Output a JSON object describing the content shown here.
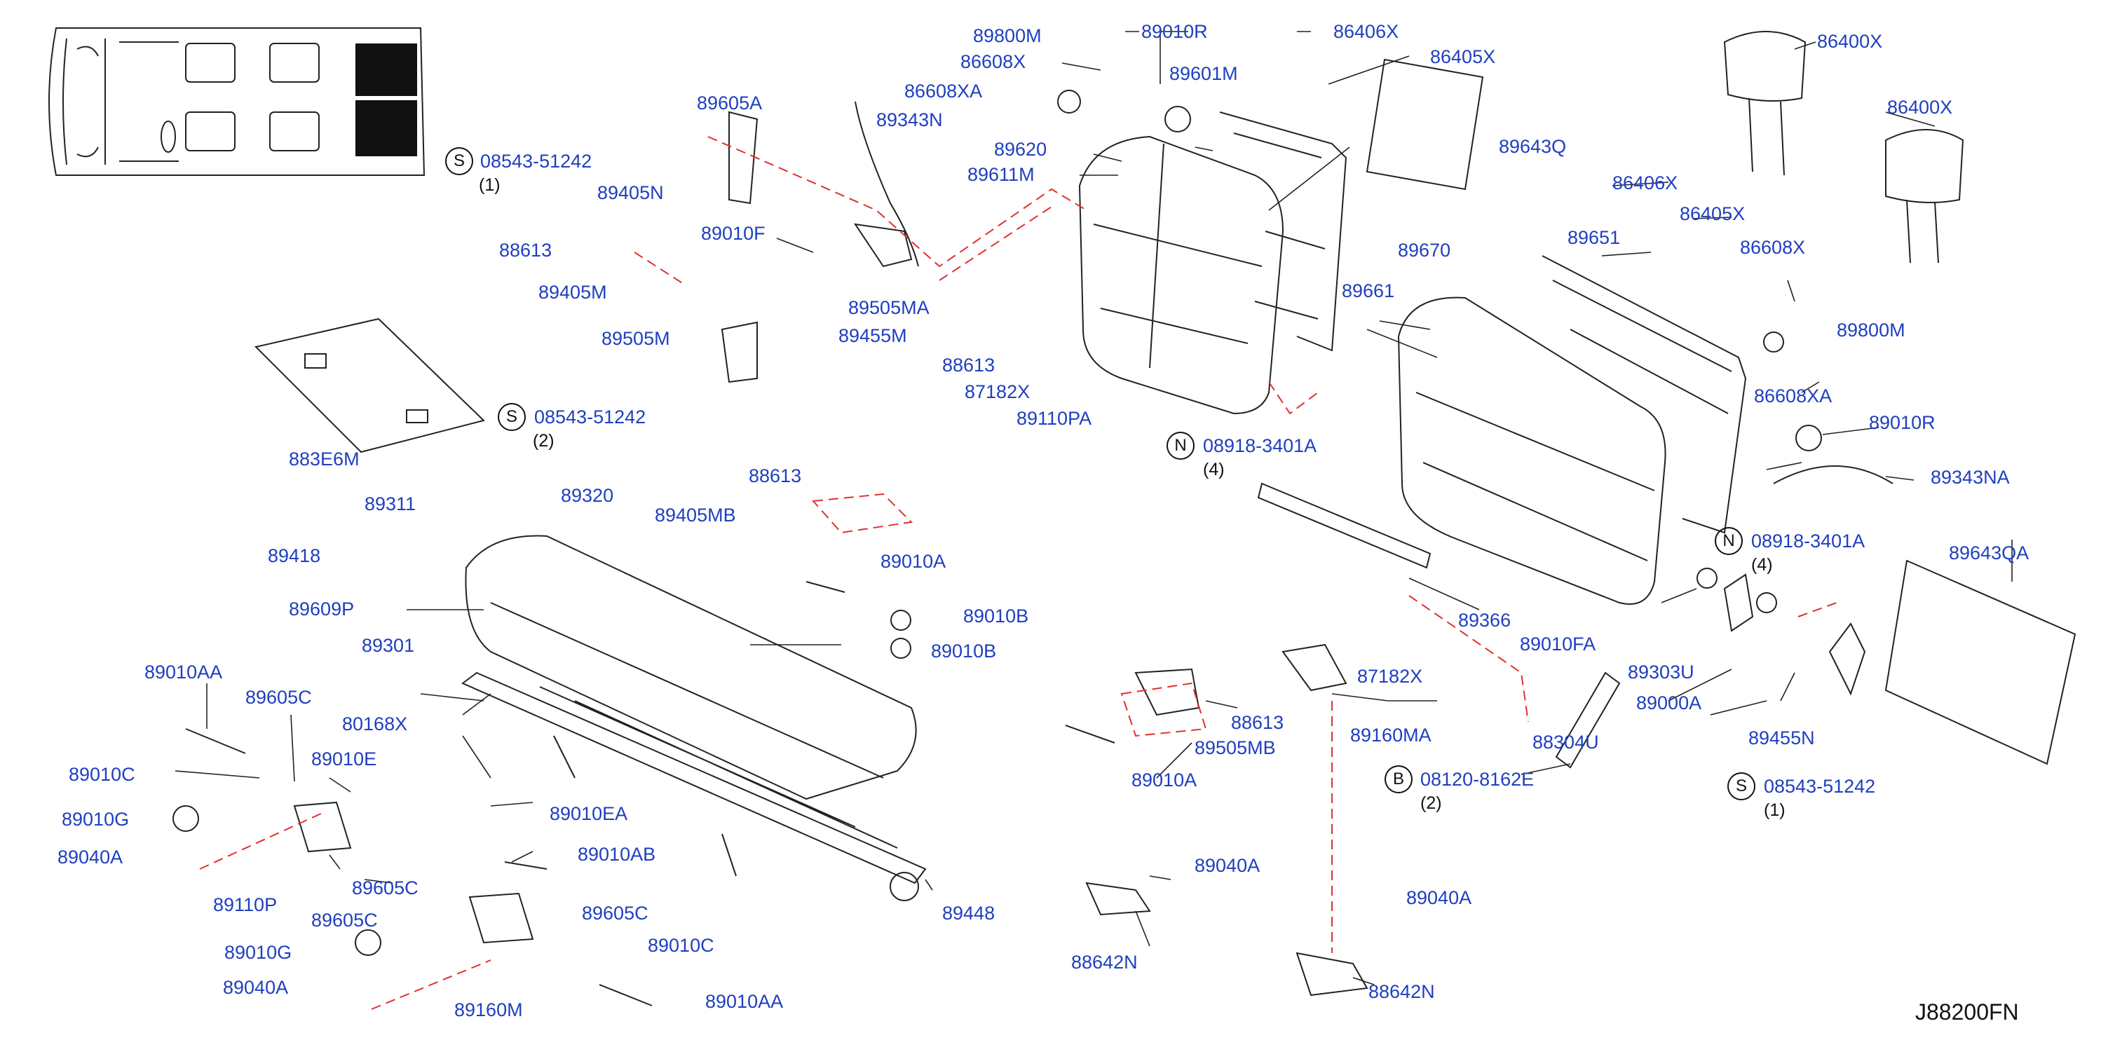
{
  "diagram": {
    "code": "J88200FN",
    "callouts": [
      "89800M",
      "89010R",
      "86406X",
      "86405X",
      "86400X",
      "86608X",
      "86608XA",
      "89601M",
      "89605A",
      "89343N",
      "89643Q",
      "89620",
      "89611M",
      "89405N",
      "89010F",
      "86400X",
      "88613",
      "86406X",
      "86405X",
      "89670",
      "89651",
      "89405M",
      "89661",
      "86608X",
      "89505MA",
      "89505M",
      "89455M",
      "89800M",
      "88613",
      "87182X",
      "86608XA",
      "89110PA",
      "89010R",
      "883E6M",
      "88613",
      "89343NA",
      "89311",
      "89320",
      "89405MB",
      "89418",
      "89010A",
      "89366",
      "89609P",
      "89010B",
      "89010FA",
      "89010B",
      "89303U",
      "89301",
      "87182X",
      "89010AA",
      "89000A",
      "89605C",
      "80168X",
      "88613",
      "89455N",
      "89160MA",
      "89010E",
      "88304U",
      "89010C",
      "89505MB",
      "89010EA",
      "89010A",
      "89010G",
      "89010AB",
      "89040A",
      "89040A",
      "89040A",
      "89110P",
      "89605C",
      "89605C",
      "89448",
      "89605C",
      "88642N",
      "89010C",
      "89010G",
      "88642N",
      "89040A",
      "89160M",
      "89010AA",
      "89643QA"
    ],
    "symbol_notes": [
      {
        "letter": "S",
        "part": "08543-51242",
        "qty": "(1)"
      },
      {
        "letter": "S",
        "part": "08543-51242",
        "qty": "(2)"
      },
      {
        "letter": "N",
        "part": "08918-3401A",
        "qty": "(4)"
      },
      {
        "letter": "N",
        "part": "08918-3401A",
        "qty": "(4)"
      },
      {
        "letter": "B",
        "part": "08120-8162E",
        "qty": "(2)"
      },
      {
        "letter": "S",
        "part": "08543-51242",
        "qty": "(1)"
      }
    ]
  }
}
